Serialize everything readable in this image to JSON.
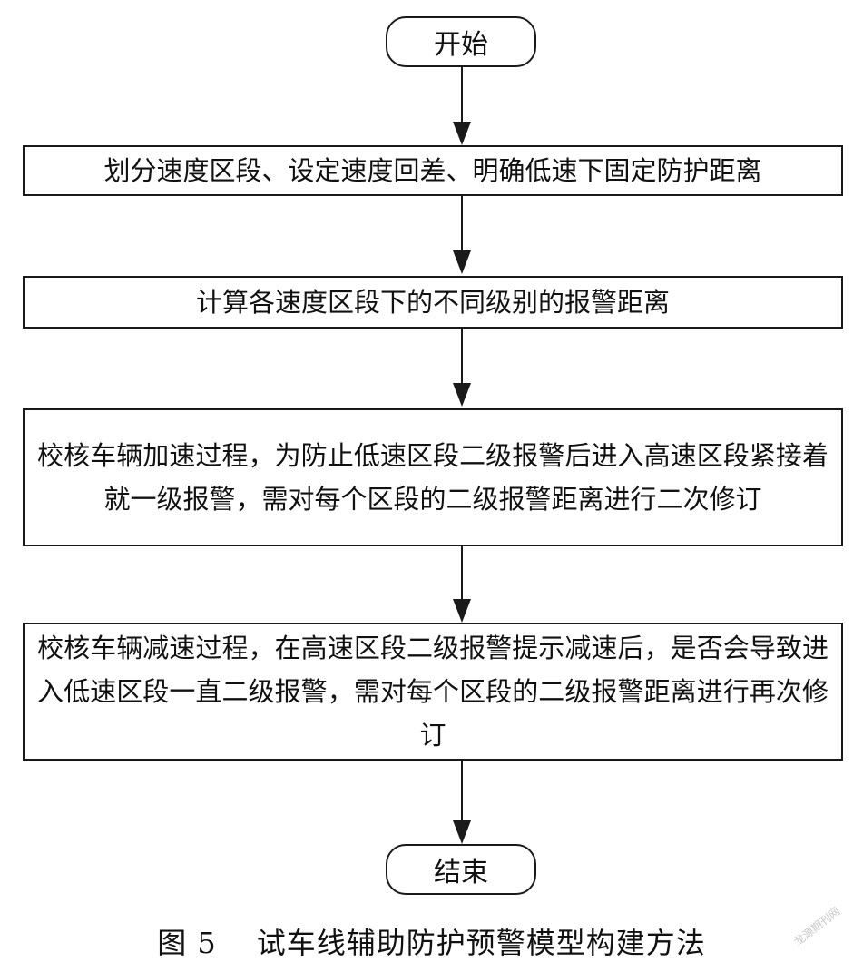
{
  "flowchart": {
    "start": "开始",
    "step1": "划分速度区段、设定速度回差、明确低速下固定防护距离",
    "step2": "计算各速度区段下的不同级别的报警距离",
    "step3": "校核车辆加速过程，为防止低速区段二级报警后进入高速区段紧接着就一级报警，需对每个区段的二级报警距离进行二次修订",
    "step4": "校核车辆减速过程，在高速区段二级报警提示减速后，是否会导致进入低速区段一直二级报警，需对每个区段的二级报警距离进行再次修订",
    "end": "结束"
  },
  "caption": {
    "figure_number": "图 5",
    "title": "试车线辅助防护预警模型构建方法"
  },
  "watermark": "龙源期刊网"
}
